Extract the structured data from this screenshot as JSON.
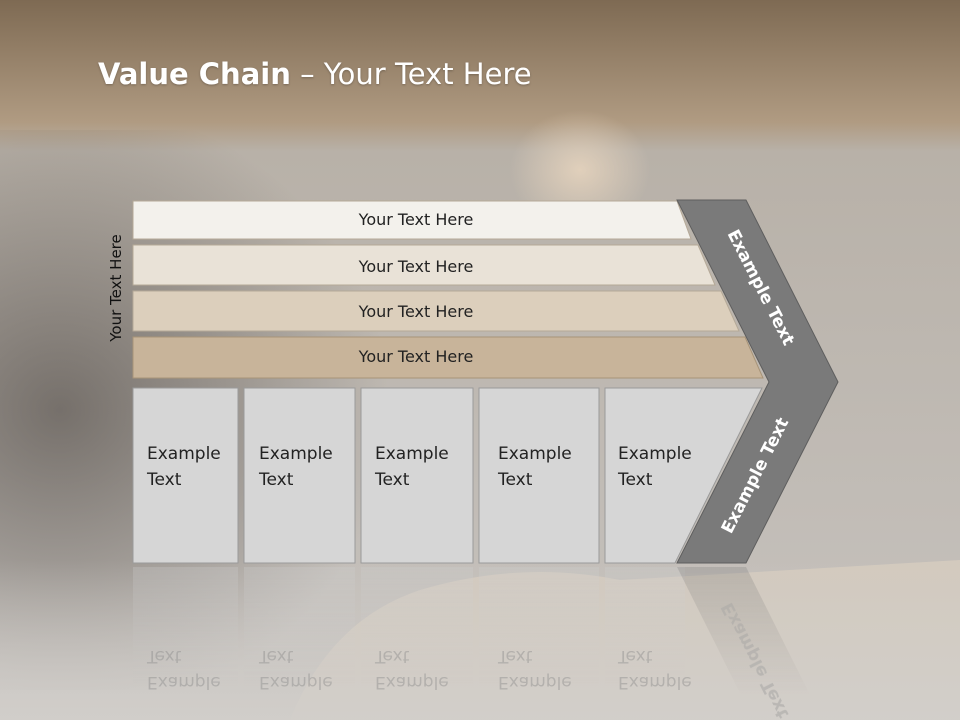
{
  "title": {
    "bold": "Value Chain",
    "rest": " – Your Text Here"
  },
  "side_label": "Your Text Here",
  "bands": [
    {
      "label": "Your Text Here",
      "color": "#f3f1ec"
    },
    {
      "label": "Your Text Here",
      "color": "#e9e2d7"
    },
    {
      "label": "Your Text Here",
      "color": "#dccfbc"
    },
    {
      "label": "Your Text Here",
      "color": "#c8b49a"
    }
  ],
  "columns": [
    {
      "line1": "Example",
      "line2": "Text"
    },
    {
      "line1": "Example",
      "line2": "Text"
    },
    {
      "line1": "Example",
      "line2": "Text"
    },
    {
      "line1": "Example",
      "line2": "Text"
    },
    {
      "line1": "Example",
      "line2": "Text"
    }
  ],
  "chevron": {
    "upper_label": "Example Text",
    "lower_label": "Example Text",
    "color": "#7a7a7a"
  },
  "colors": {
    "column_fill": "#d6d6d6",
    "column_stroke": "#9a9a9a"
  }
}
